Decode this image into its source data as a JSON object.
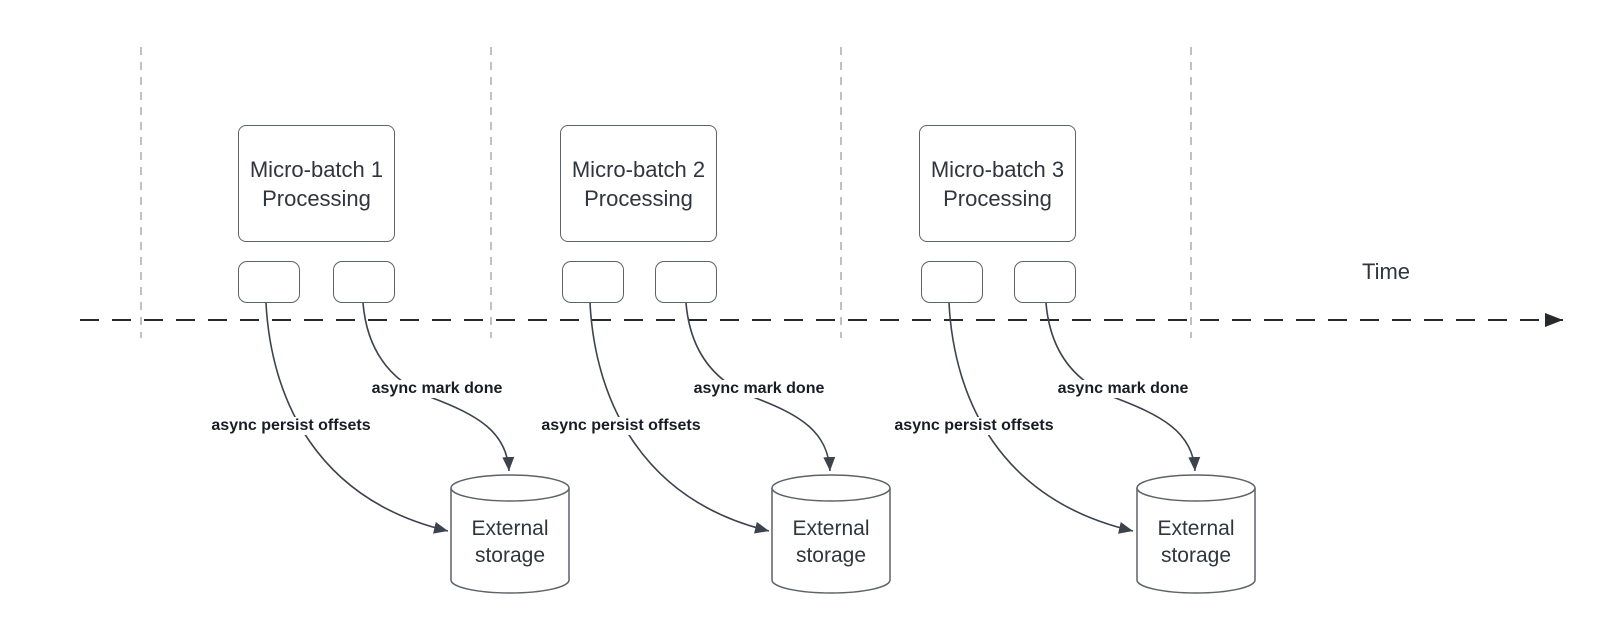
{
  "colors": {
    "axis": "#26292e",
    "line": "#3d434d",
    "border": "#5d6269",
    "divider": "#a9adb2",
    "text": "#30353e",
    "labeltext": "#191c24"
  },
  "time_axis_label": "Time",
  "batches": [
    {
      "title_line1": "Micro-batch 1",
      "title_line2": "Processing",
      "persist_label": "async persist offsets",
      "markdone_label": "async mark done",
      "storage_label": "External storage"
    },
    {
      "title_line1": "Micro-batch 2",
      "title_line2": "Processing",
      "persist_label": "async persist offsets",
      "markdone_label": "async mark done",
      "storage_label": "External storage"
    },
    {
      "title_line1": "Micro-batch 3",
      "title_line2": "Processing",
      "persist_label": "async persist offsets",
      "markdone_label": "async mark done",
      "storage_label": "External storage"
    }
  ]
}
